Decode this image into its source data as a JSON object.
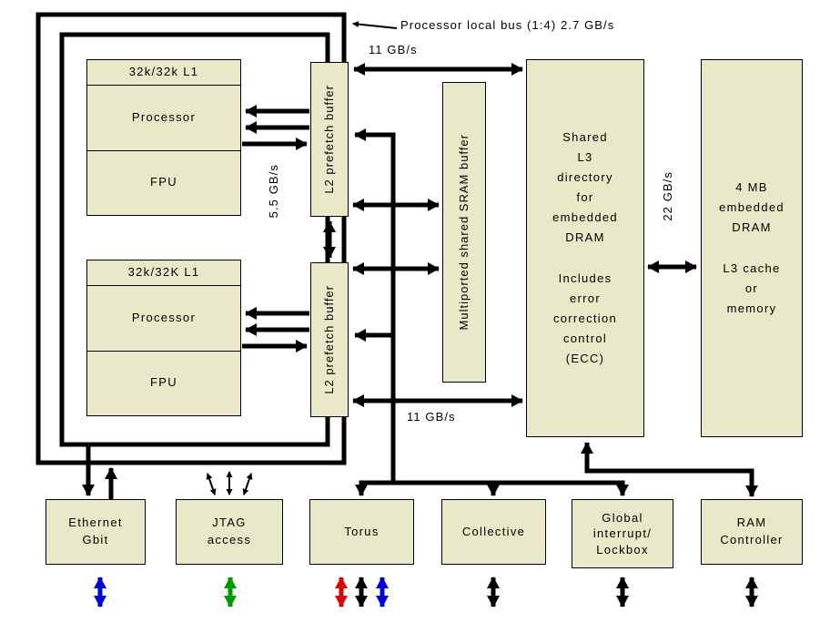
{
  "labels": {
    "bus": "Processor local bus (1:4) 2.7 GB/s",
    "bw_top": "11 GB/s",
    "bw_bottom": "11 GB/s",
    "bw_l2": "5.5 GB/s",
    "bw_l3": "22 GB/s"
  },
  "cpu1": {
    "l1": "32k/32k L1",
    "core": "Processor",
    "fpu": "FPU"
  },
  "cpu2": {
    "l1": "32k/32K L1",
    "core": "Processor",
    "fpu": "FPU"
  },
  "l2a": {
    "label": "L2 prefetch buffer"
  },
  "l2b": {
    "label": "L2 prefetch buffer"
  },
  "sram": {
    "label": "Multiported shared SRAM buffer"
  },
  "l3dir": {
    "label": "Shared\nL3\ndirectory\nfor\nembedded\nDRAM\n\nIncludes\nerror\ncorrection\ncontrol\n(ECC)"
  },
  "edram": {
    "label": "4 MB\nembedded\nDRAM\n\nL3 cache\nor\nmemory"
  },
  "io": {
    "ethernet": {
      "label": "Ethernet\nGbit"
    },
    "jtag": {
      "label": "JTAG\naccess"
    },
    "torus": {
      "label": "Torus"
    },
    "collective": {
      "label": "Collective"
    },
    "global_interrupt": {
      "label": "Global\ninterrupt/\nLockbox"
    },
    "ram": {
      "label": "RAM\nController"
    }
  },
  "colors": {
    "box_fill": "#e9e9c9",
    "line": "#000000",
    "blue": "#0000dd",
    "green": "#009a00",
    "red": "#dd0000"
  }
}
